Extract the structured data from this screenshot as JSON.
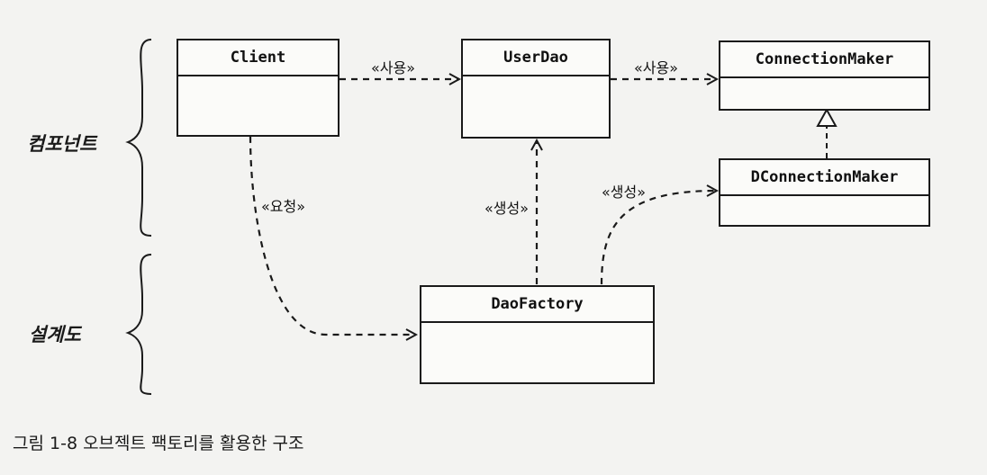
{
  "classes": {
    "client": "Client",
    "userdao": "UserDao",
    "connectionmaker": "ConnectionMaker",
    "dconnectionmaker": "DConnectionMaker",
    "daofactory": "DaoFactory"
  },
  "relations": {
    "client_userdao": "«사용»",
    "userdao_connectionmaker": "«사용»",
    "client_daofactory": "«요청»",
    "daofactory_userdao": "«생성»",
    "daofactory_dconnectionmaker": "«생성»"
  },
  "sides": {
    "component": "컴포넌트",
    "blueprint": "설계도"
  },
  "caption": "그림 1-8 오브젝트 팩토리를 활용한 구조"
}
